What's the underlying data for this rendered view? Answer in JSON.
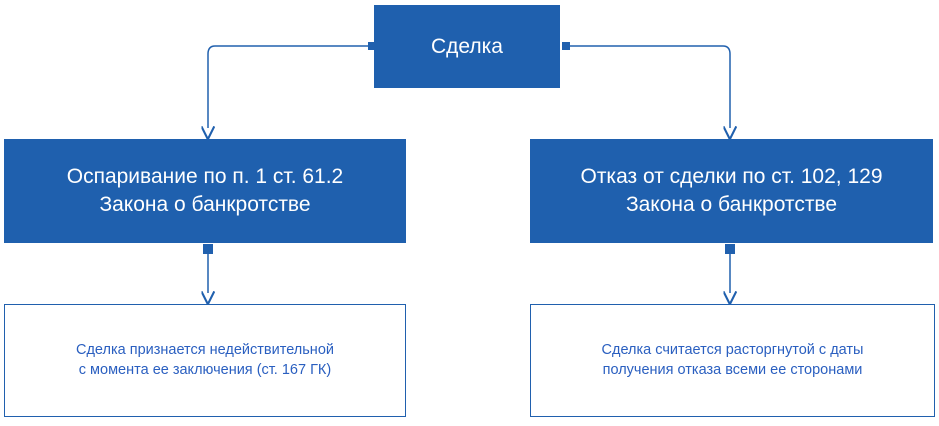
{
  "diagram": {
    "title_node": {
      "id": "deal",
      "label": "Сделка",
      "style": "filled"
    },
    "nodes": [
      {
        "id": "challenge",
        "label": "Оспаривание по п. 1 ст. 61.2\nЗакона о банкротстве",
        "style": "filled"
      },
      {
        "id": "refusal",
        "label": "Отказ от сделки по ст. 102, 129\nЗакона о банкротстве",
        "style": "filled"
      },
      {
        "id": "invalid",
        "label": "Сделка признается недействительной\nс момента ее заключения (ст. 167 ГК)",
        "style": "outlined"
      },
      {
        "id": "terminated",
        "label": "Сделка считается расторгнутой с даты\nполучения отказа всеми ее сторонами",
        "style": "outlined"
      }
    ],
    "edges": [
      {
        "id": "deal-to-challenge",
        "from": "deal",
        "to": "challenge",
        "shape": "elbow-left"
      },
      {
        "id": "deal-to-refusal",
        "from": "deal",
        "to": "refusal",
        "shape": "elbow-right"
      },
      {
        "id": "challenge-to-invalid",
        "from": "challenge",
        "to": "invalid",
        "shape": "straight-down"
      },
      {
        "id": "refusal-to-terminated",
        "from": "refusal",
        "to": "terminated",
        "shape": "straight-down"
      }
    ],
    "colors": {
      "fill_blue": "#1F60AE",
      "line_blue": "#2060AE",
      "outlined_text": "#2A5FC0",
      "filled_text": "#FFFFFF",
      "background": "#FFFFFF"
    }
  }
}
